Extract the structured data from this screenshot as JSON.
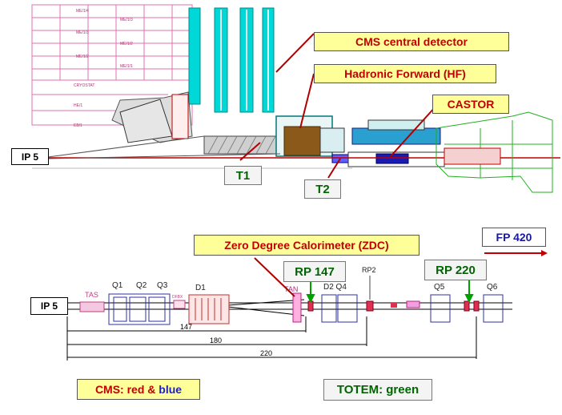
{
  "top": {
    "label_cms_central": "CMS central detector",
    "label_hf": "Hadronic Forward (HF)",
    "label_castor": "CASTOR",
    "label_t1": "T1",
    "label_t2": "T2",
    "label_ip5": "IP 5",
    "chamber_labels": [
      "ME/1/4",
      "ME/1/3",
      "ME/1/3",
      "ME/1/2",
      "ME/1/2",
      "ME/1/1",
      "CRYOSTAT",
      "HE/1",
      "EB/1"
    ]
  },
  "bottom": {
    "label_zdc": "Zero Degree Calorimeter (ZDC)",
    "label_fp420": "FP 420",
    "label_rp147": "RP 147",
    "label_rp220": "RP 220",
    "label_ip5": "IP 5",
    "elements": {
      "tas": "TAS",
      "q1": "Q1",
      "q2": "Q2",
      "q3": "Q3",
      "d1": "D1",
      "tan": "TAN",
      "d2q4": "D2 Q4",
      "rp2": "RP2",
      "q5": "Q5",
      "q6": "Q6",
      "dfbx": "DFBX"
    },
    "distances": [
      "147",
      "180",
      "220"
    ]
  },
  "legend": {
    "cms_prefix": "CMS: red & ",
    "cms_blue": "blue",
    "totem": "TOTEM: green"
  },
  "colors": {
    "cms_red": "#c00000",
    "cms_blue": "#2020c0",
    "totem_green": "#006400",
    "label_bg": "#ffff99",
    "detector_cyan": "#00d0d0",
    "hf_brown": "#8b5a1a"
  }
}
